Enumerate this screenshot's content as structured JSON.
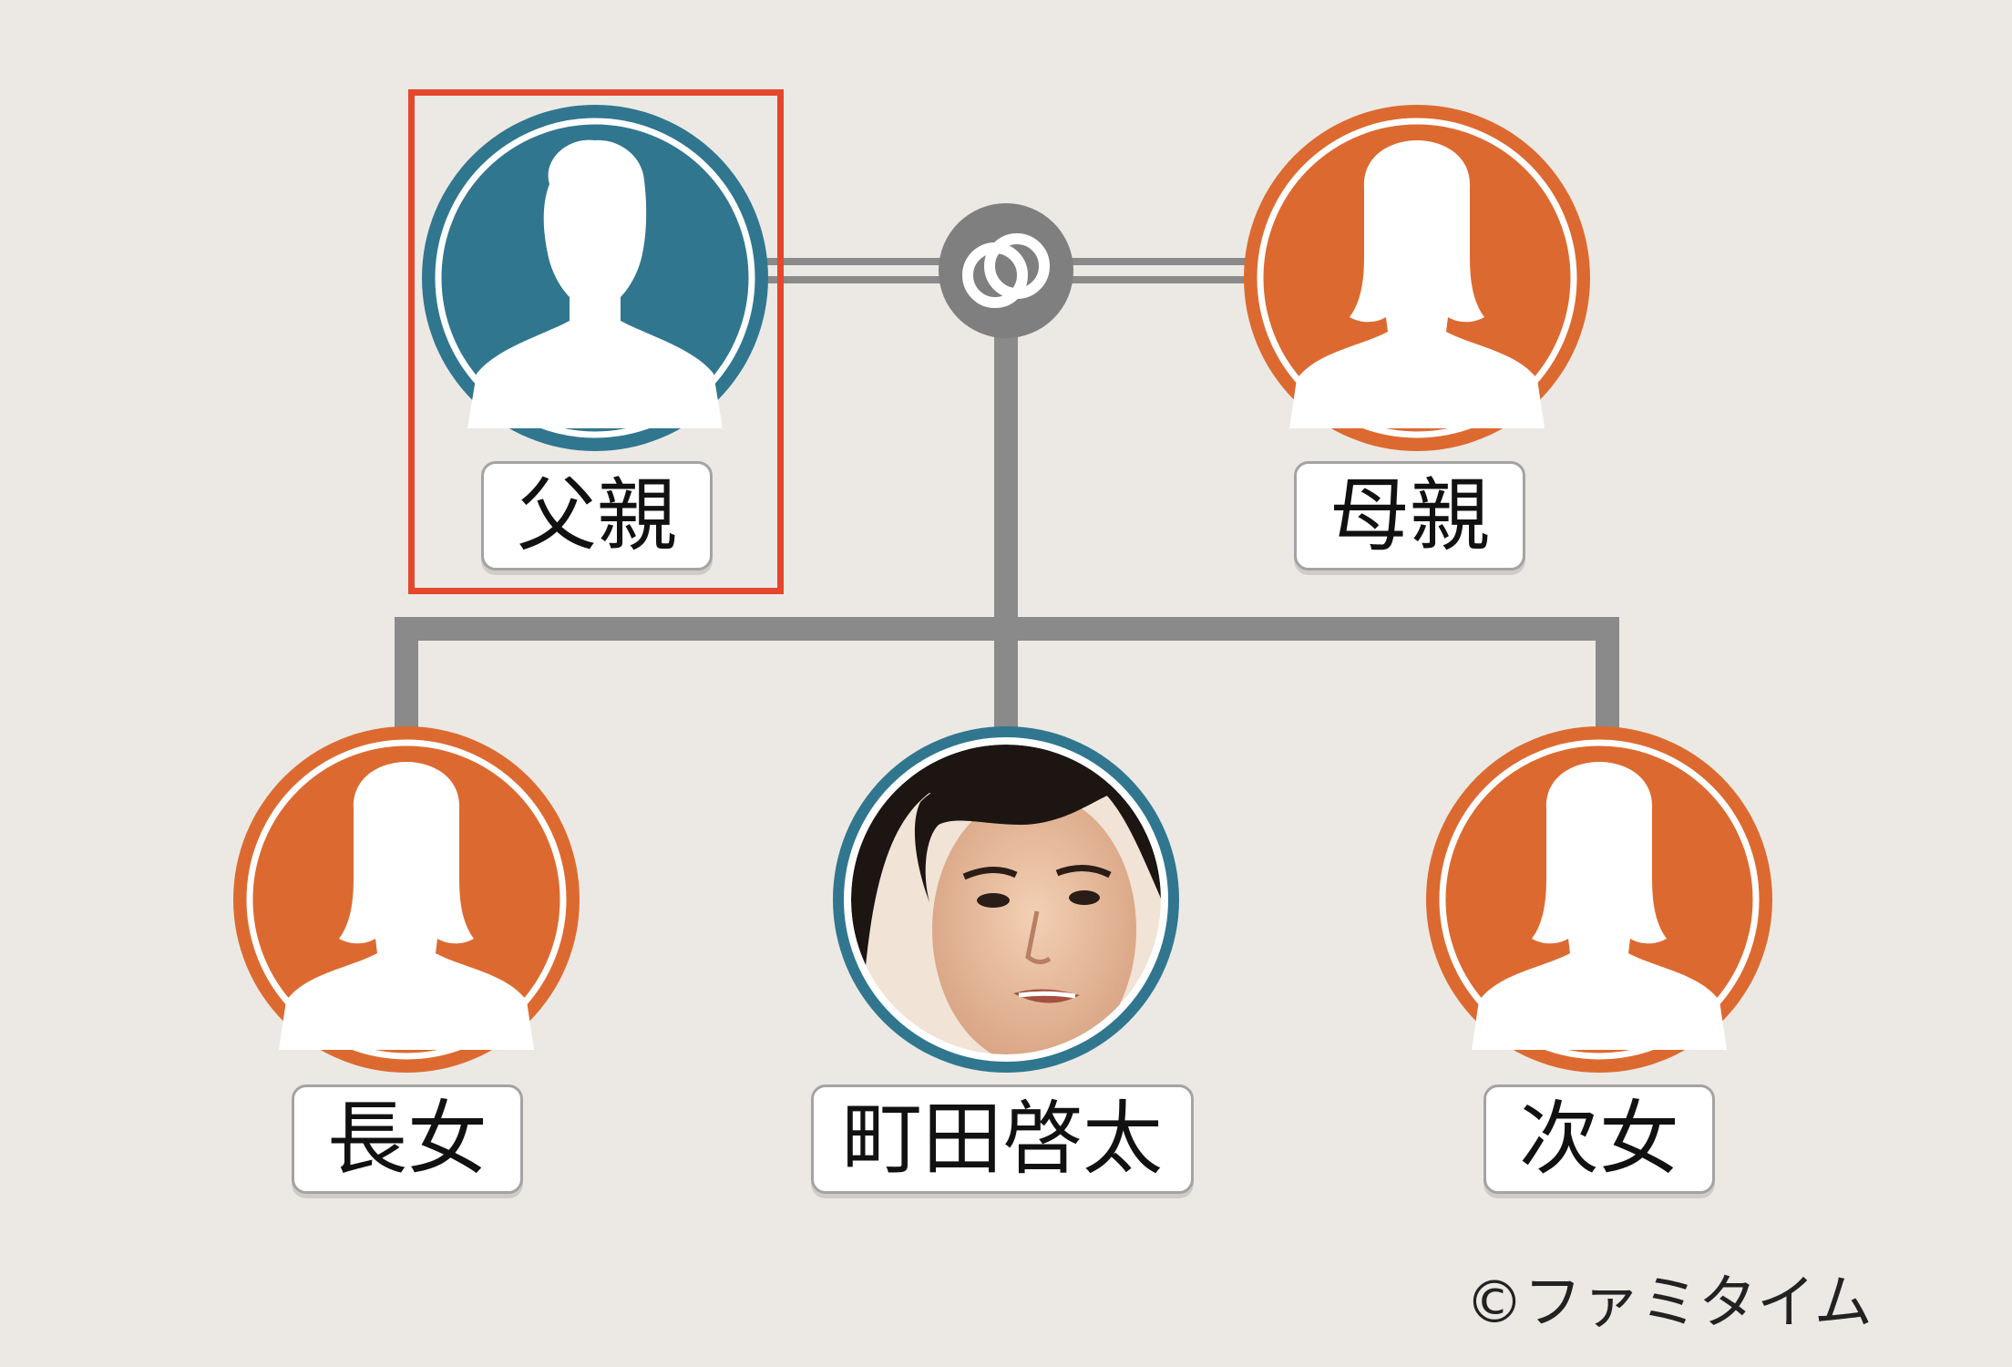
{
  "colors": {
    "background": "#ece9e4",
    "male": "#31768f",
    "female": "#dc6a30",
    "connector": "#8a8a8a",
    "highlight": "#e5472d"
  },
  "family": {
    "father": {
      "label": "父親",
      "gender": "male",
      "icon": "male-silhouette-icon",
      "highlighted": true
    },
    "mother": {
      "label": "母親",
      "gender": "female",
      "icon": "female-silhouette-icon"
    },
    "marriage_icon": "marriage-rings-icon",
    "children": [
      {
        "label": "長女",
        "gender": "female",
        "icon": "female-silhouette-icon"
      },
      {
        "label": "町田啓太",
        "gender": "male",
        "icon": "portrait-photo-icon"
      },
      {
        "label": "次女",
        "gender": "female",
        "icon": "female-silhouette-icon"
      }
    ]
  },
  "copyright": "©ファミタイム"
}
